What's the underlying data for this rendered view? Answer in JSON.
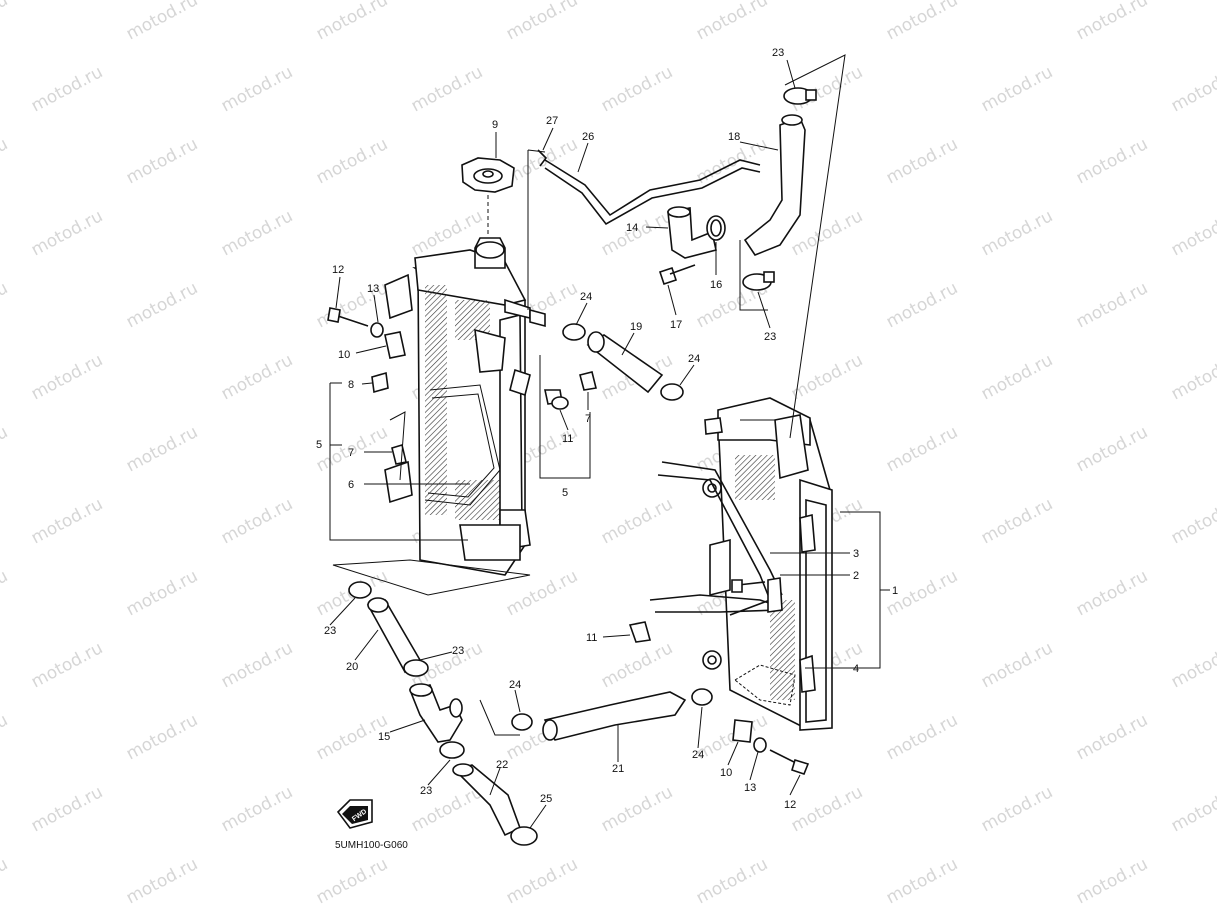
{
  "watermark": "motod.ru",
  "diagram_code": "5UMH100-G060",
  "fwd_label": "FWD",
  "callouts": {
    "c1": "1",
    "c2": "2",
    "c3": "3",
    "c4": "4",
    "c5a": "5",
    "c5b": "5",
    "c6": "6",
    "c7a": "7",
    "c7b": "7",
    "c8": "8",
    "c9": "9",
    "c10a": "10",
    "c10b": "10",
    "c11a": "11",
    "c11b": "11",
    "c12a": "12",
    "c12b": "12",
    "c13a": "13",
    "c13b": "13",
    "c14": "14",
    "c15": "15",
    "c16": "16",
    "c17": "17",
    "c18": "18",
    "c19": "19",
    "c20": "20",
    "c21": "21",
    "c22": "22",
    "c23a": "23",
    "c23b": "23",
    "c23c": "23",
    "c23d": "23",
    "c23e": "23",
    "c24a": "24",
    "c24b": "24",
    "c24c": "24",
    "c24d": "24",
    "c25": "25",
    "c26": "26",
    "c27": "27"
  }
}
